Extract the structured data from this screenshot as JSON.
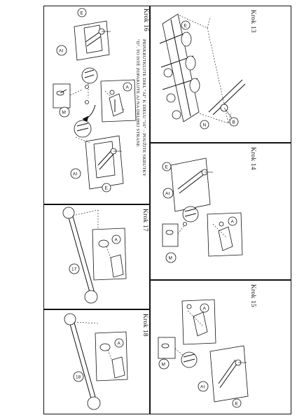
{
  "steps": [
    {
      "title": "Krok 13",
      "parts": [
        "E",
        "B",
        "N"
      ]
    },
    {
      "title": "Krok 14",
      "parts": [
        "E",
        "AI",
        "M",
        "A"
      ]
    },
    {
      "title": "Krok 15",
      "parts": [
        "AI",
        "M",
        "A",
        "E"
      ]
    },
    {
      "title": "Krok 16",
      "instruction_line1": "PRISKRUTKUJTE DIEL \"AI\" K DIELU \"16\" – POUŽITE SKRUTKY",
      "instruction_line2": "\"D\". TO ISTÉ ZOPAKUJTE AJ NA DRUHEJ STRANE",
      "parts": [
        "E",
        "AI",
        "A",
        "M",
        "AI",
        "E"
      ]
    },
    {
      "title": "Krok 17",
      "parts": [
        "17",
        "A"
      ]
    },
    {
      "title": "Krok 18",
      "parts": [
        "18",
        "A"
      ]
    }
  ]
}
